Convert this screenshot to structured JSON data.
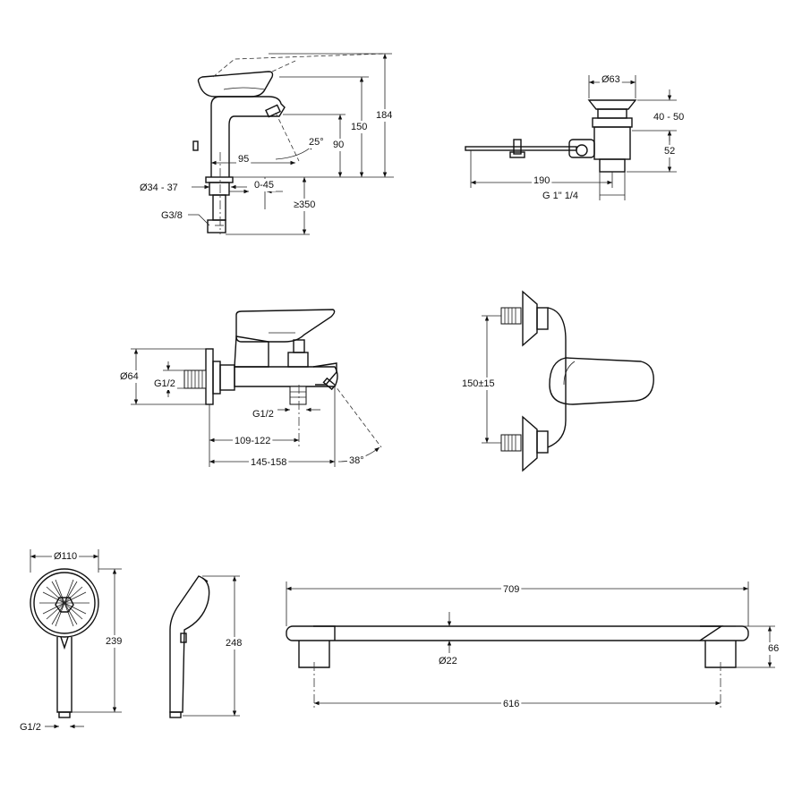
{
  "dimensions": {
    "basin_mixer": {
      "height_184": "184",
      "height_150": "150",
      "height_90": "90",
      "angle_25": "25°",
      "reach_95": "95",
      "dia_34_37": "Ø34 - 37",
      "range_0_45": "0-45",
      "ge_350": "≥350",
      "thread_g38": "G3/8"
    },
    "waste": {
      "dia_63": "Ø63",
      "range_40_50": "40 - 50",
      "height_52": "52",
      "length_190": "190",
      "thread_g1_14": "G 1\" 1/4"
    },
    "bath_mixer": {
      "dia_64": "Ø64",
      "thread_g12_inlet": "G1/2",
      "thread_g12_outlet": "G1/2",
      "range_109_122": "109-122",
      "range_145_158": "145-158",
      "angle_38": "38°"
    },
    "bath_mixer_front": {
      "centers_150_15": "150±15"
    },
    "hand_shower": {
      "dia_110": "Ø110",
      "height_239": "239",
      "thread_g12": "G1/2"
    },
    "hand_shower_side": {
      "height_248": "248"
    },
    "shower_rail": {
      "length_709": "709",
      "dia_22": "Ø22",
      "height_66": "66",
      "centers_616": "616"
    }
  }
}
